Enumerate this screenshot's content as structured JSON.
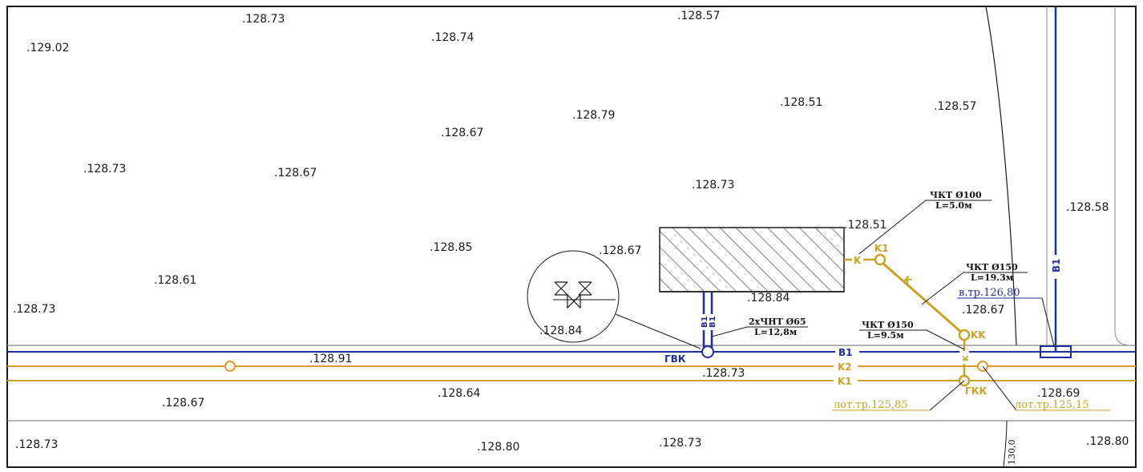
{
  "colors": {
    "water": "#1f2fa0",
    "sewer_primary": "#e09a2a",
    "sewer_secondary": "#c9a227",
    "ink": "#1a1a1a",
    "grid": "#6a6a6a"
  },
  "elevations": [
    "128.73",
    "128.57",
    "129.02",
    "128.74",
    "128.51",
    "128.57",
    "128.79",
    "128.67",
    "128.73",
    "128.67",
    "128.73",
    "128.58",
    "128.51",
    "128.85",
    "128.67",
    "128.61",
    "128.84",
    "128.73",
    "128.67",
    "128.84",
    "128.91",
    "128.73",
    "128.64",
    "128.67",
    "128.69",
    "128.73",
    "128.80",
    "128.73",
    "128.80"
  ],
  "lines": {
    "b1_main": "B1",
    "k2_main": "K2",
    "k1_main": "K1",
    "b1_vertical": "B1",
    "b1_branch_a": "B1",
    "b1_branch_b": "B1",
    "k_stub": "K",
    "k_diag": "K",
    "k_vertical": "K"
  },
  "wells": {
    "gvk": "ГВК",
    "k1_well": "K1",
    "kk": "KK",
    "gkk": "ГКК"
  },
  "annotations": {
    "pipe_k100_spec": "ЧКТ Ø100",
    "pipe_k100_len": "L=5.0м",
    "pipe_k150_spec": "ЧКТ Ø150",
    "pipe_k150_len": "L=19.3м",
    "pipe_k150b_spec": "ЧКТ Ø150",
    "pipe_k150b_len": "L=9.5м",
    "pipe_water_spec": "2хЧНТ Ø65",
    "pipe_water_len": "L=12,8м",
    "water_top": "в.тр.126,80",
    "sewer_bottom_a": "лот.тр.125,85",
    "sewer_bottom_b": "лот.тр.125,15",
    "contour": "130,0"
  }
}
